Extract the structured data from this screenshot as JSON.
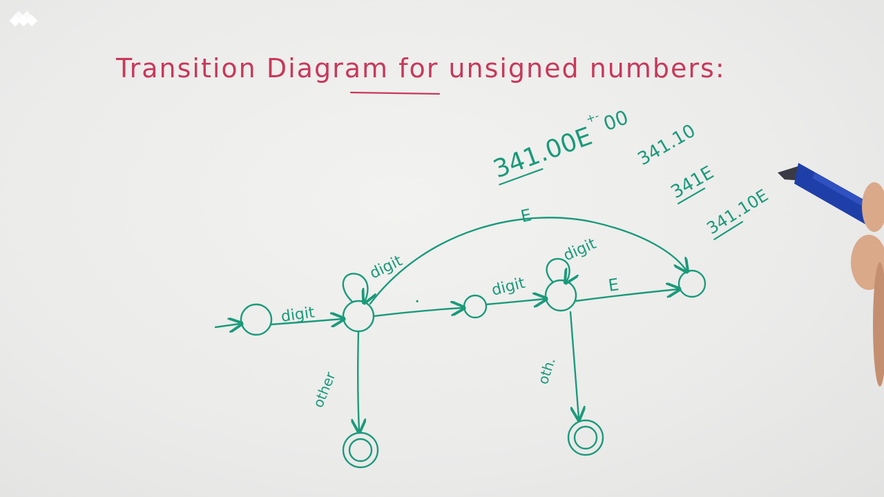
{
  "title": {
    "text": "Transition Diagram for unsigned numbers:"
  },
  "examples": [
    {
      "text": "341.00E",
      "superscript": "+-",
      "suffix": "00"
    },
    {
      "text": "341.10"
    },
    {
      "text": "341E"
    },
    {
      "text": "341.10E"
    }
  ],
  "edges": {
    "start_to_s1": "digit",
    "s1_loop": "digit",
    "s1_to_dot": ".",
    "s1_to_e": "E",
    "dot_to_s3": "digit",
    "s3_loop": "digit",
    "s3_to_e": "E",
    "s1_to_final": "other",
    "s3_to_final": "oth."
  },
  "colors": {
    "title_red": "#c8385a",
    "ink_green": "#1a9a7a",
    "pen_blue": "#1f3fa8",
    "paper": "#ebebea"
  },
  "icons": {
    "logo": "diamond-grid-logo",
    "pen": "pen-icon"
  }
}
